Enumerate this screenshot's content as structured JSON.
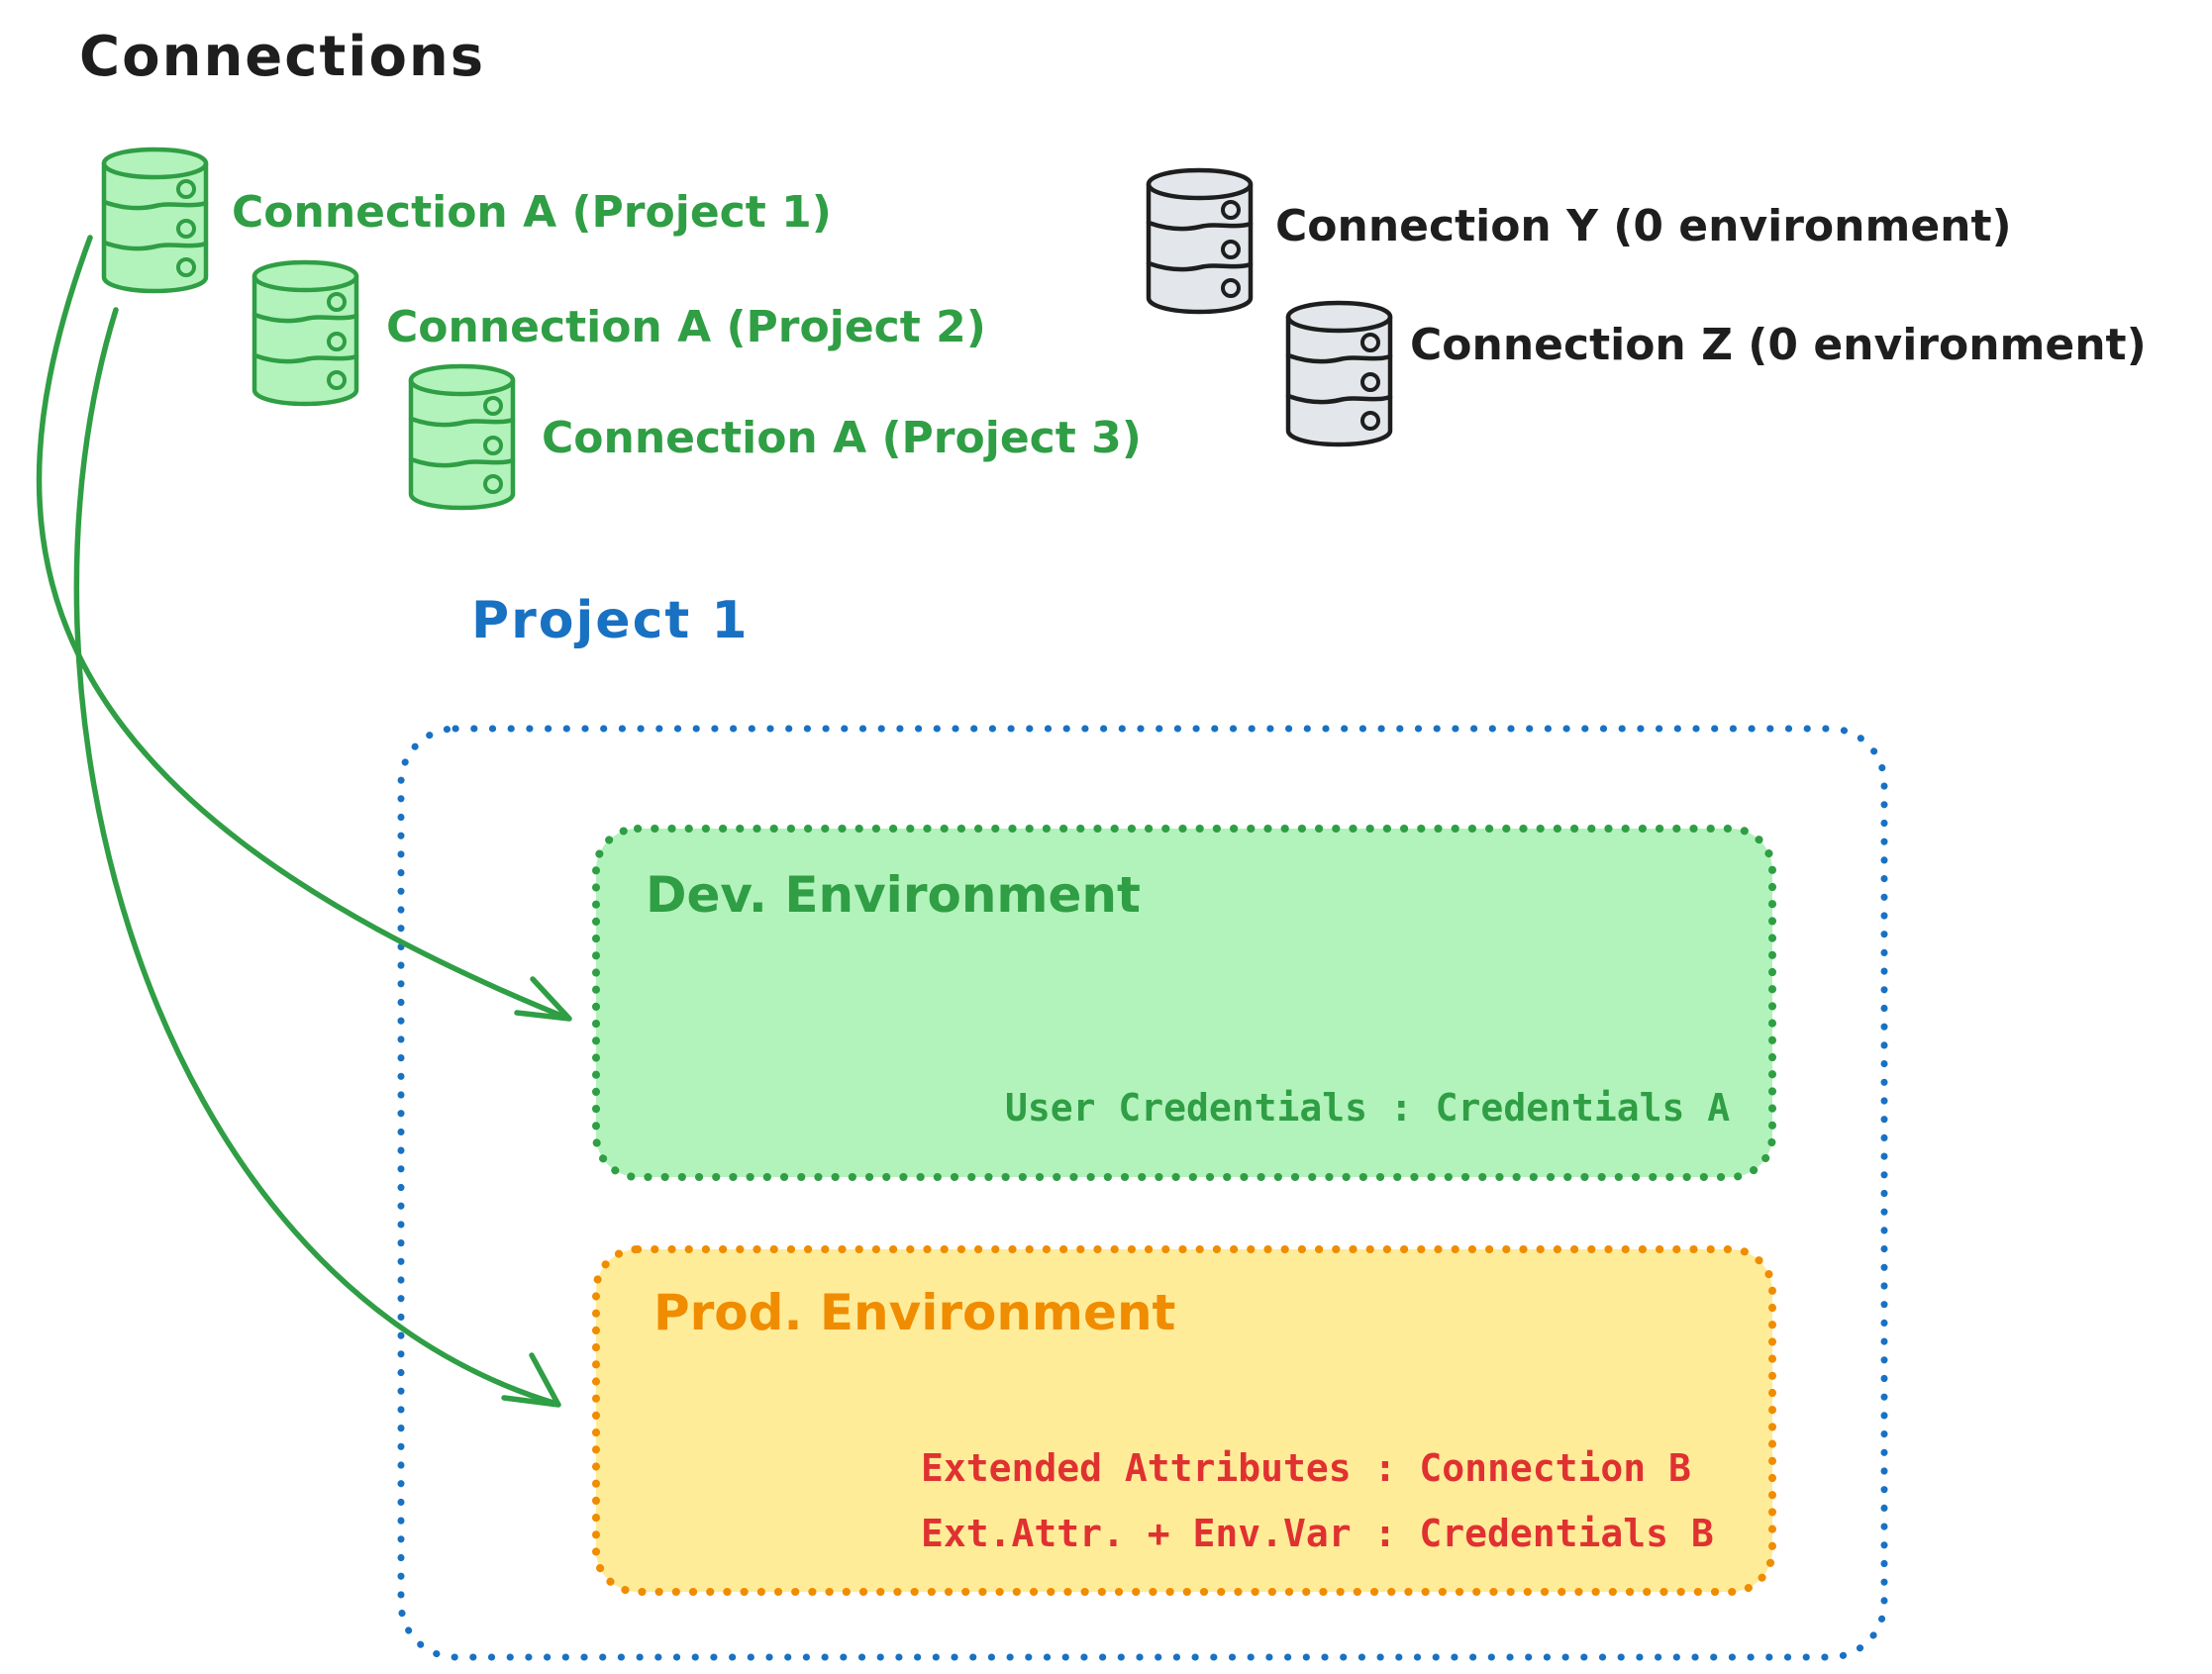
{
  "diagram_title": "Connections",
  "colors": {
    "black": "#1e1e1e",
    "green": "#2f9e44",
    "green_fill": "#b2f2bb",
    "blue": "#1971c2",
    "orange": "#f08c00",
    "yellow_fill": "#ffec99",
    "red": "#e03131",
    "gray_fill": "#e3e7eb"
  },
  "connections": {
    "project_scoped": [
      {
        "icon": "database-icon",
        "label": "Connection A (Project 1)"
      },
      {
        "icon": "database-icon",
        "label": "Connection A (Project 2)"
      },
      {
        "icon": "database-icon",
        "label": "Connection A (Project 3)"
      }
    ],
    "unscoped": [
      {
        "icon": "database-icon",
        "label": "Connection Y (0 environment)"
      },
      {
        "icon": "database-icon",
        "label": "Connection Z (0 environment)"
      }
    ]
  },
  "project": {
    "title": "Project 1",
    "environments": [
      {
        "name": "dev",
        "title": "Dev. Environment",
        "credentials": "User Credentials : Credentials A"
      },
      {
        "name": "prod",
        "title": "Prod. Environment",
        "lines": [
          "Extended Attributes : Connection B",
          "Ext.Attr. + Env.Var : Credentials B"
        ]
      }
    ]
  },
  "arrows": [
    {
      "name": "connection-a-to-dev-environment"
    },
    {
      "name": "connection-a-to-prod-environment"
    }
  ]
}
